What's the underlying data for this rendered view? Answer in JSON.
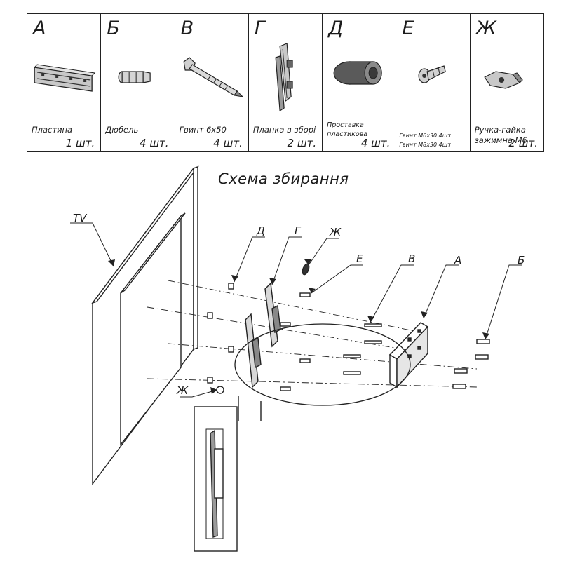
{
  "parts": [
    {
      "letter": "А",
      "name": "Пластина",
      "qty": "1 шт."
    },
    {
      "letter": "Б",
      "name": "Дюбель",
      "qty": "4 шт."
    },
    {
      "letter": "В",
      "name": "Гвинт 6х50",
      "qty": "4 шт."
    },
    {
      "letter": "Г",
      "name": "Планка в зборі",
      "qty": "2 шт."
    },
    {
      "letter": "Д",
      "name": "Проставка пластикова",
      "qty": "4 шт."
    },
    {
      "letter": "Е",
      "name_line1": "Гвинт М6х30  4шт",
      "name_line2": "Гвинт М8х30 4шт",
      "qty": ""
    },
    {
      "letter": "Ж",
      "name": "Ручка-гайка зажимна М6",
      "qty": "2 шт."
    }
  ],
  "scheme": {
    "title": "Схема збирання",
    "labels": {
      "tv": "TV",
      "d": "Д",
      "g": "Г",
      "zh_top": "Ж",
      "e": "Е",
      "v": "В",
      "a": "А",
      "b": "Б",
      "zh_bottom": "Ж"
    }
  },
  "colors": {
    "ink": "#1c1c1c",
    "part_fill": "#c8c8c8",
    "part_dark": "#555555"
  }
}
